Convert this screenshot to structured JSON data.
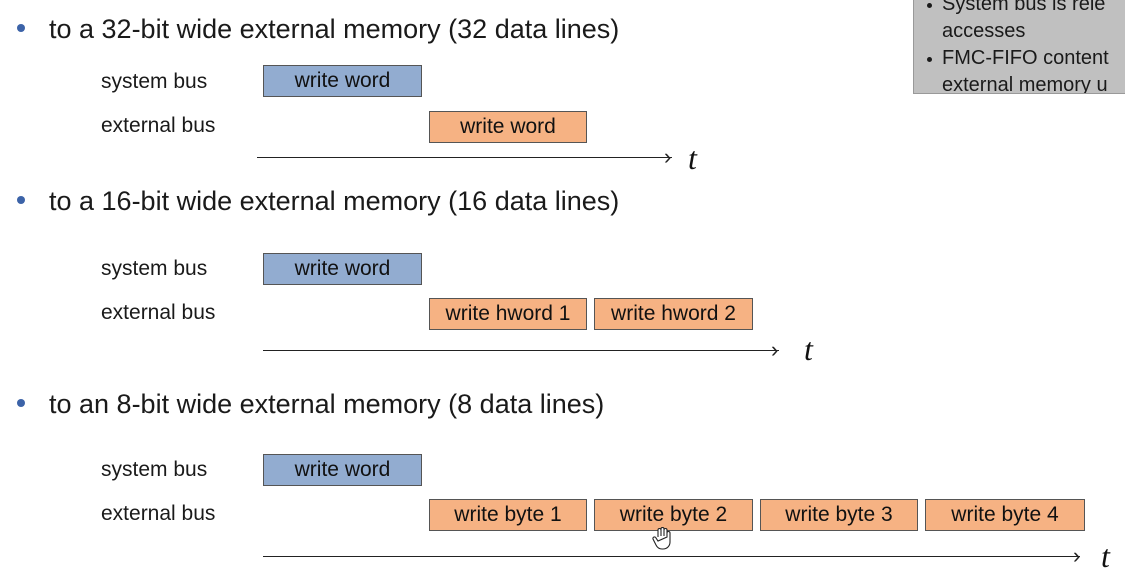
{
  "note": {
    "lines": [
      "System bus is rele",
      "accesses",
      "FMC-FIFO content",
      "external memory u"
    ]
  },
  "sections": [
    {
      "heading": "to a 32-bit wide external memory (32 data lines)",
      "system_bus_label": "system bus",
      "external_bus_label": "external bus",
      "system_box": "write word",
      "external_boxes": [
        "write word"
      ],
      "axis_label": "t"
    },
    {
      "heading": "to a 16-bit wide external memory (16 data lines)",
      "system_bus_label": "system bus",
      "external_bus_label": "external bus",
      "system_box": "write word",
      "external_boxes": [
        "write hword 1",
        "write hword 2"
      ],
      "axis_label": "t"
    },
    {
      "heading": "to an 8-bit wide external memory (8 data lines)",
      "system_bus_label": "system bus",
      "external_bus_label": "external bus",
      "system_box": "write word",
      "external_boxes": [
        "write byte 1",
        "write byte 2",
        "write byte 3",
        "write byte 4"
      ],
      "axis_label": "t"
    }
  ],
  "colors": {
    "system_box": "#92acd0",
    "external_box": "#f6b283",
    "bullet": "#3c63a8",
    "note_bg": "#c0c0c0"
  },
  "icons": {
    "cursor": "hand-cursor-icon"
  }
}
